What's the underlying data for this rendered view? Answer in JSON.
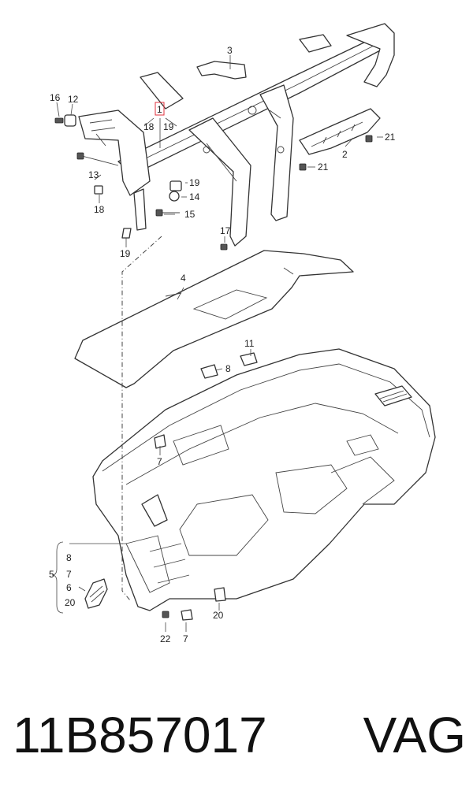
{
  "diagram": {
    "callouts": {
      "c1": "1",
      "c18a": "18",
      "c19a": "19",
      "c2": "2",
      "c3": "3",
      "c4": "4",
      "c5": "5",
      "c6": "6",
      "c7a": "7",
      "c7b": "7",
      "c7c": "7",
      "c8a": "8",
      "c8b": "8",
      "c11": "11",
      "c12": "12",
      "c13": "13",
      "c14": "14",
      "c15": "15",
      "c16": "16",
      "c17": "17",
      "c18b": "18",
      "c19b": "19",
      "c19c": "19",
      "c20a": "20",
      "c20b": "20",
      "c21a": "21",
      "c21b": "21",
      "c22": "22"
    },
    "highlight_color": "#e0323c"
  },
  "footer": {
    "part_number": "11B857017",
    "brand": "VAG"
  }
}
